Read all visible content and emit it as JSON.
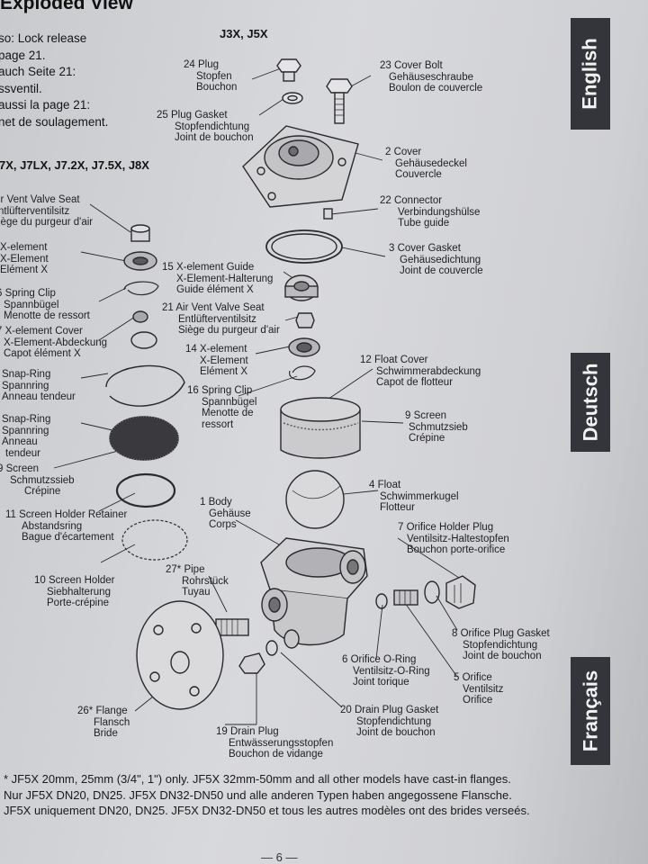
{
  "header": {
    "title": "Exploded View",
    "models_top": "J3X, J5X",
    "models_left": "7X, J7LX, J7.2X, J7.5X, J8X",
    "intro_lines": [
      "so: Lock release",
      " page 21.",
      " auch Seite 21:",
      "ssventil.",
      "aussi la page 21:",
      "net de soulagement."
    ]
  },
  "tabs": {
    "en": "English",
    "de": "Deutsch",
    "fr": "Français"
  },
  "labels": {
    "plug": [
      "24 Plug",
      "Stopfen",
      "Bouchon"
    ],
    "cover_bolt": [
      "23 Cover Bolt",
      "Gehäuseschraube",
      "Boulon de couvercle"
    ],
    "plug_gasket": [
      "25 Plug Gasket",
      "Stopfendichtung",
      "Joint de bouchon"
    ],
    "cover": [
      "2 Cover",
      "Gehäusedeckel",
      "Couvercle"
    ],
    "connector": [
      "22 Connector",
      "Verbindungshülse",
      "Tube guide"
    ],
    "cover_gasket": [
      "3 Cover Gasket",
      "Gehäusedichtung",
      "Joint de couvercle"
    ],
    "air_seat_left": [
      "ir Vent Valve Seat",
      "ntlüfterventilsitz",
      "iège du purgeur d'air"
    ],
    "x_element_left": [
      "X-element",
      "X-Element",
      "Elément X"
    ],
    "x_guide": [
      "15 X-element Guide",
      "X-Element-Halterung",
      "Guide élément X"
    ],
    "spring_clip_left": [
      "6 Spring Clip",
      "Spannbügel",
      "Menotte de ressort"
    ],
    "air_seat_mid": [
      "21 Air Vent Valve Seat",
      "Entlüfterventilsitz",
      "Siège du purgeur d'air"
    ],
    "x_cover": [
      "7 X-element Cover",
      "X-Element-Abdeckung",
      "Capot élément X"
    ],
    "x_element_mid": [
      "14 X-element",
      "X-Element",
      "Elément X"
    ],
    "float_cover": [
      "12 Float Cover",
      "Schwimmerabdeckung",
      "Capot de flotteur"
    ],
    "snap_ring_1": [
      "Snap-Ring",
      "Spannring",
      "Anneau tendeur"
    ],
    "spring_clip_mid": [
      "16 Spring Clip",
      "Spannbügel",
      "Menotte de",
      "ressort"
    ],
    "snap_ring_2": [
      "Snap-Ring",
      "Spannring",
      "Anneau",
      "tendeur"
    ],
    "screen_right": [
      "9 Screen",
      "Schmutzsieb",
      "Crépine"
    ],
    "screen_left": [
      "9 Screen",
      "Schmutzssieb",
      "Crépine"
    ],
    "float": [
      "4 Float",
      "Schwimmerkugel",
      "Flotteur"
    ],
    "screen_retainer": [
      "11 Screen Holder Retainer",
      "Abstandsring",
      "Bague d'écartement"
    ],
    "body": [
      "1 Body",
      "Gehäuse",
      "Corps"
    ],
    "orifice_holder": [
      "7 Orifice Holder Plug",
      "Ventilsitz-Haltestopfen",
      "Bouchon porte-orifice"
    ],
    "screen_holder": [
      "10 Screen Holder",
      "Siebhalterung",
      "Porte-crépine"
    ],
    "pipe": [
      "27* Pipe",
      "Rohrstück",
      "Tuyau"
    ],
    "orifice_plug_gasket": [
      "8 Orifice Plug Gasket",
      "Stopfendichtung",
      "Joint de bouchon"
    ],
    "orifice_oring": [
      "6 Orifice O-Ring",
      "Ventilsitz-O-Ring",
      "Joint torique"
    ],
    "orifice": [
      "5 Orifice",
      "Ventilsitz",
      "Orifice"
    ],
    "flange": [
      "26* Flange",
      "Flansch",
      "Bride"
    ],
    "drain_gasket": [
      "20 Drain Plug Gasket",
      "Stopfendichtung",
      "Joint de bouchon"
    ],
    "drain_plug": [
      "19 Drain Plug",
      "Entwässerungsstopfen",
      "Bouchon de vidange"
    ]
  },
  "footnote": [
    "* JF5X 20mm, 25mm (3/4\", 1\") only.  JF5X 32mm-50mm and all other models have cast-in flanges.",
    "Nur JF5X DN20, DN25. JF5X DN32-DN50 und alle anderen Typen haben angegossene Flansche.",
    "JF5X uniquement DN20, DN25. JF5X DN32-DN50 et tous les autres modèles ont des brides verseés."
  ],
  "page_number": "— 6 —"
}
